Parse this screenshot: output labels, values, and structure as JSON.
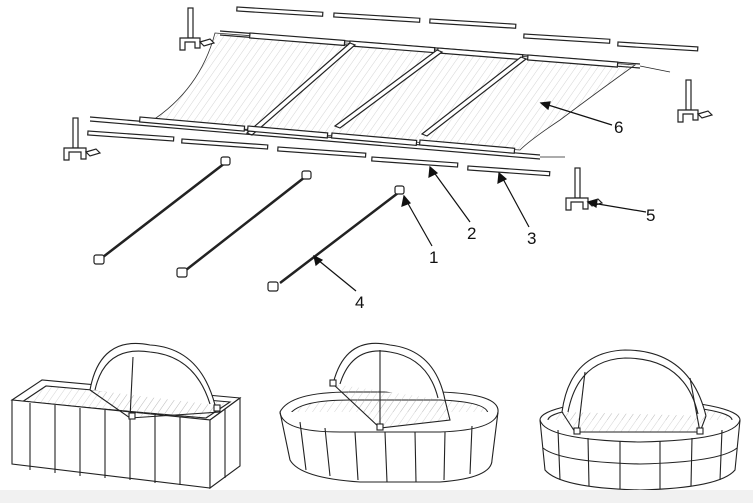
{
  "diagram": {
    "callouts": [
      {
        "id": "part-1",
        "label": "1"
      },
      {
        "id": "part-2",
        "label": "2"
      },
      {
        "id": "part-3",
        "label": "3"
      },
      {
        "id": "part-4",
        "label": "4"
      },
      {
        "id": "part-5",
        "label": "5"
      },
      {
        "id": "part-6",
        "label": "6"
      }
    ],
    "pool_variants": [
      {
        "id": "rectangular-frame-pool",
        "shape": "rectangular"
      },
      {
        "id": "oval-frame-pool",
        "shape": "oval"
      },
      {
        "id": "round-frame-pool",
        "shape": "round"
      }
    ],
    "colors": {
      "line": "#222222",
      "fill": "#ffffff",
      "background": "#ffffff",
      "strip": "#f1f1f1"
    }
  }
}
